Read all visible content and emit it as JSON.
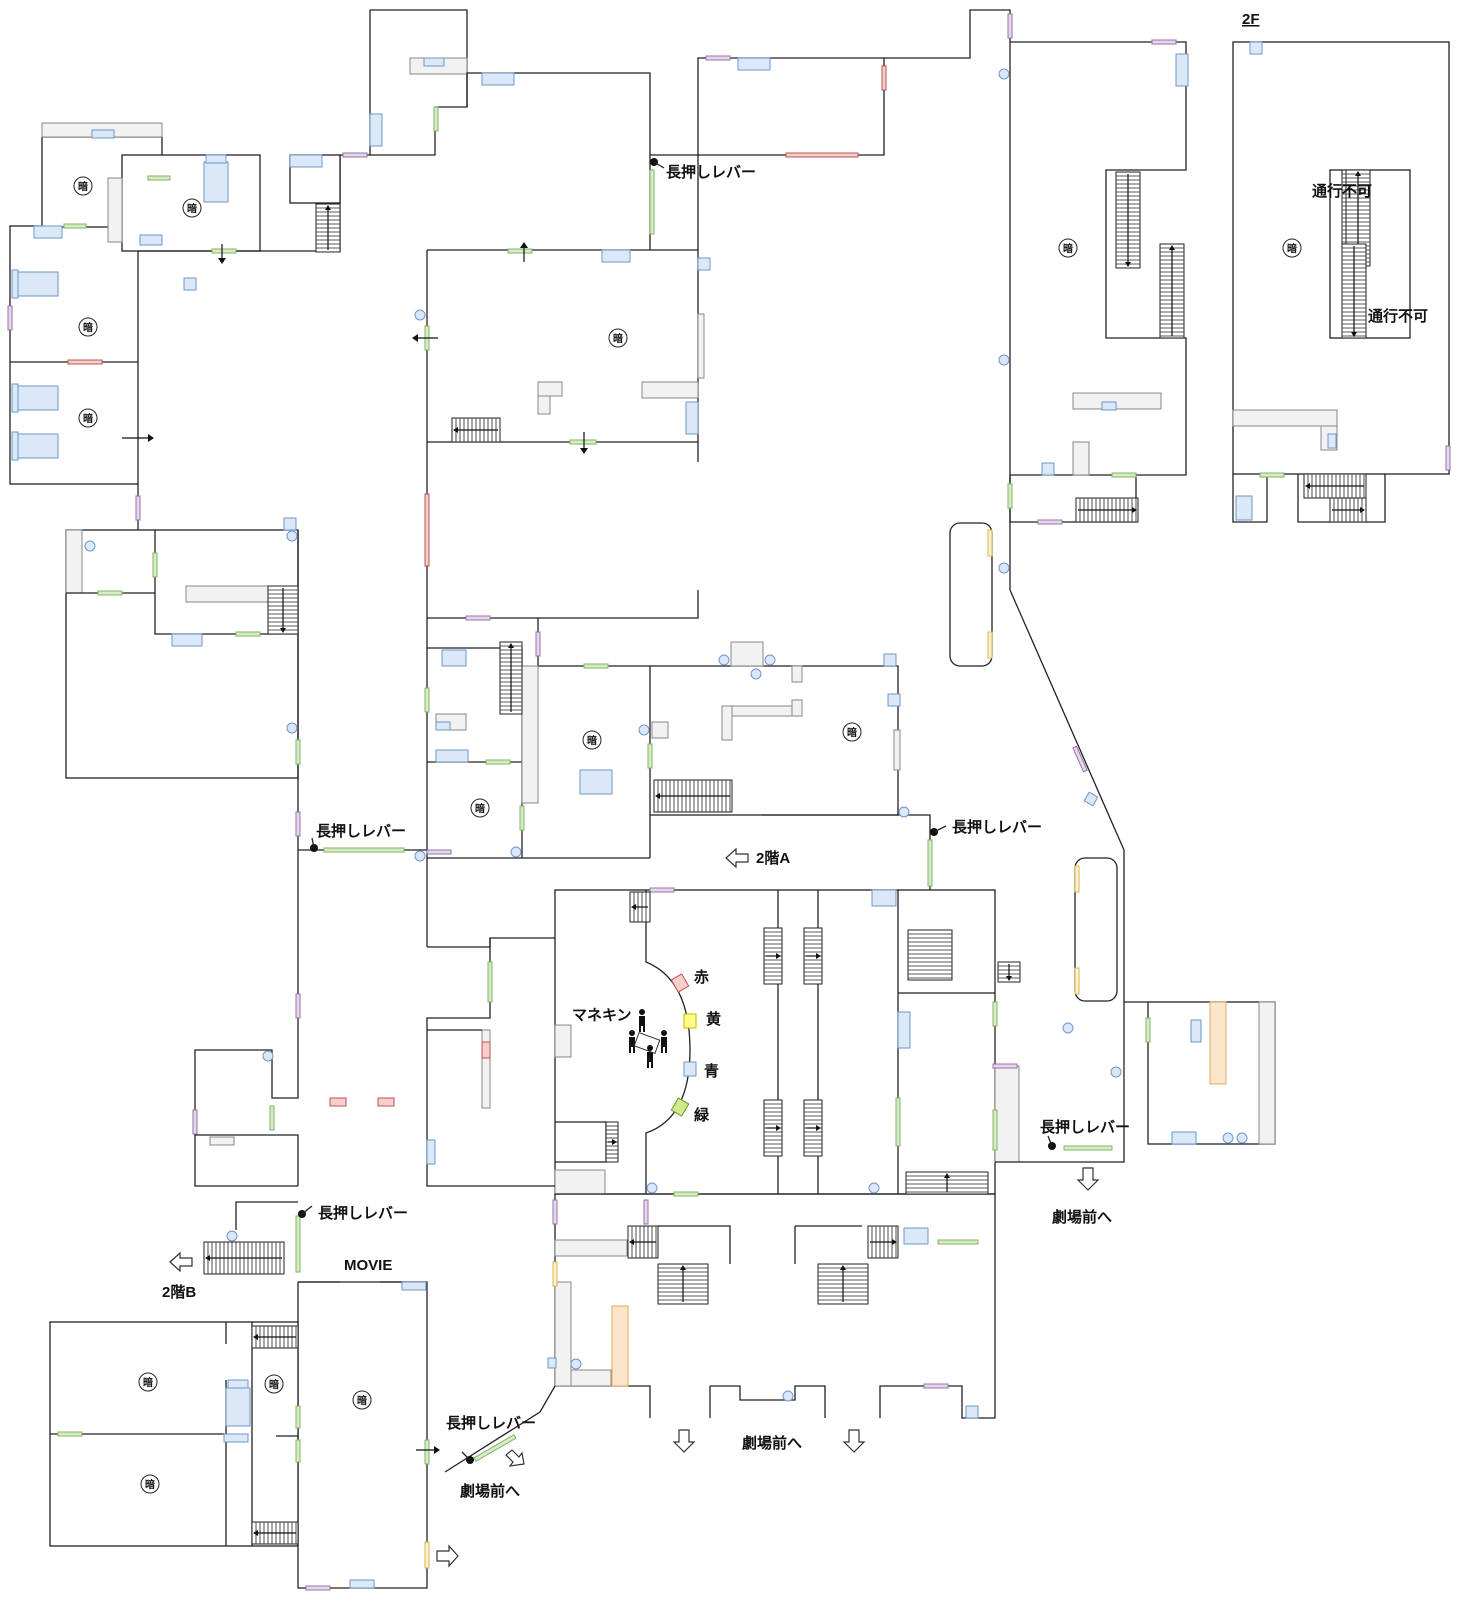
{
  "floor_label": "2F",
  "dark_room_mark": "暗",
  "labels": {
    "lever": "長押しレバー",
    "blocked": "通行不可",
    "to_2f_a": "2階A",
    "to_2f_b": "2階B",
    "to_theater": "劇場前へ",
    "movie": "MOVIE",
    "mannequin": "マネキン"
  },
  "colors_legend": {
    "red": "赤",
    "yellow": "黄",
    "blue": "青",
    "green": "緑"
  },
  "palette": {
    "door_green": "#d7ecc4",
    "door_purple": "#e6d7ec",
    "door_red": "#f8cecc",
    "door_yellow": "#fff2cc",
    "furniture_blue": "#dbe8f8",
    "orange": "#fde5c9"
  }
}
